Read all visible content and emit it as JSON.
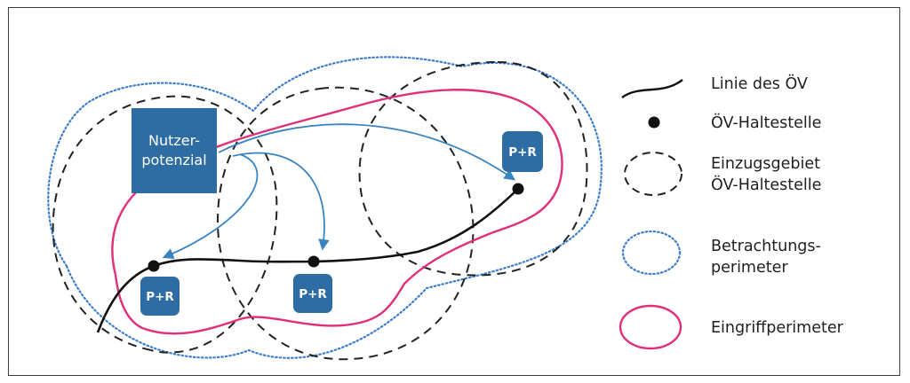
{
  "diagram": {
    "user_potential_label_line1": "Nutzer-",
    "user_potential_label_line2": "potenzial",
    "park_and_ride_labels": [
      "P+R",
      "P+R",
      "P+R"
    ]
  },
  "legend": {
    "transit_line_label": "Linie des ÖV",
    "transit_stop_label": "ÖV-Haltestelle",
    "catchment_label_line1": "Einzugsgebiet",
    "catchment_label_line2": "ÖV-Haltestelle",
    "study_perimeter_label_line1": "Betrachtungs-",
    "study_perimeter_label_line2": "perimeter",
    "intervention_perimeter_label": "Eingriffperimeter"
  },
  "colors": {
    "box_blue": "#2e6da4",
    "arrow_blue": "#3a83c0",
    "study_perimeter_blue": "#3d7cc9",
    "intervention_pink": "#e0307a",
    "line_black": "#111111"
  }
}
